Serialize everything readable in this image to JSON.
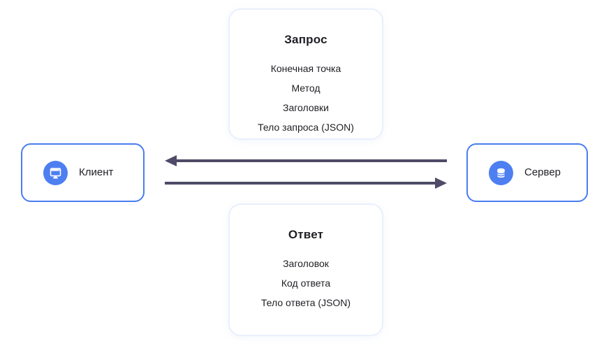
{
  "request_card": {
    "title": "Запрос",
    "items": [
      "Конечная точка",
      "Метод",
      "Заголовки",
      "Тело запроса (JSON)"
    ]
  },
  "response_card": {
    "title": "Ответ",
    "items": [
      "Заголовок",
      "Код ответа",
      "Тело ответа (JSON)"
    ]
  },
  "client": {
    "label": "Клиент",
    "icon": "monitor-icon"
  },
  "server": {
    "label": "Сервер",
    "icon": "database-icon"
  },
  "arrows": [
    {
      "name": "server-to-client",
      "direction": "left"
    },
    {
      "name": "client-to-server",
      "direction": "right"
    }
  ],
  "colors": {
    "accent_blue": "#4d7ff0",
    "node_border": "#4a7df0",
    "card_border": "#e9f0fd",
    "arrow": "#4e4b68",
    "text": "#1f1e24",
    "background": "#ffffff"
  }
}
